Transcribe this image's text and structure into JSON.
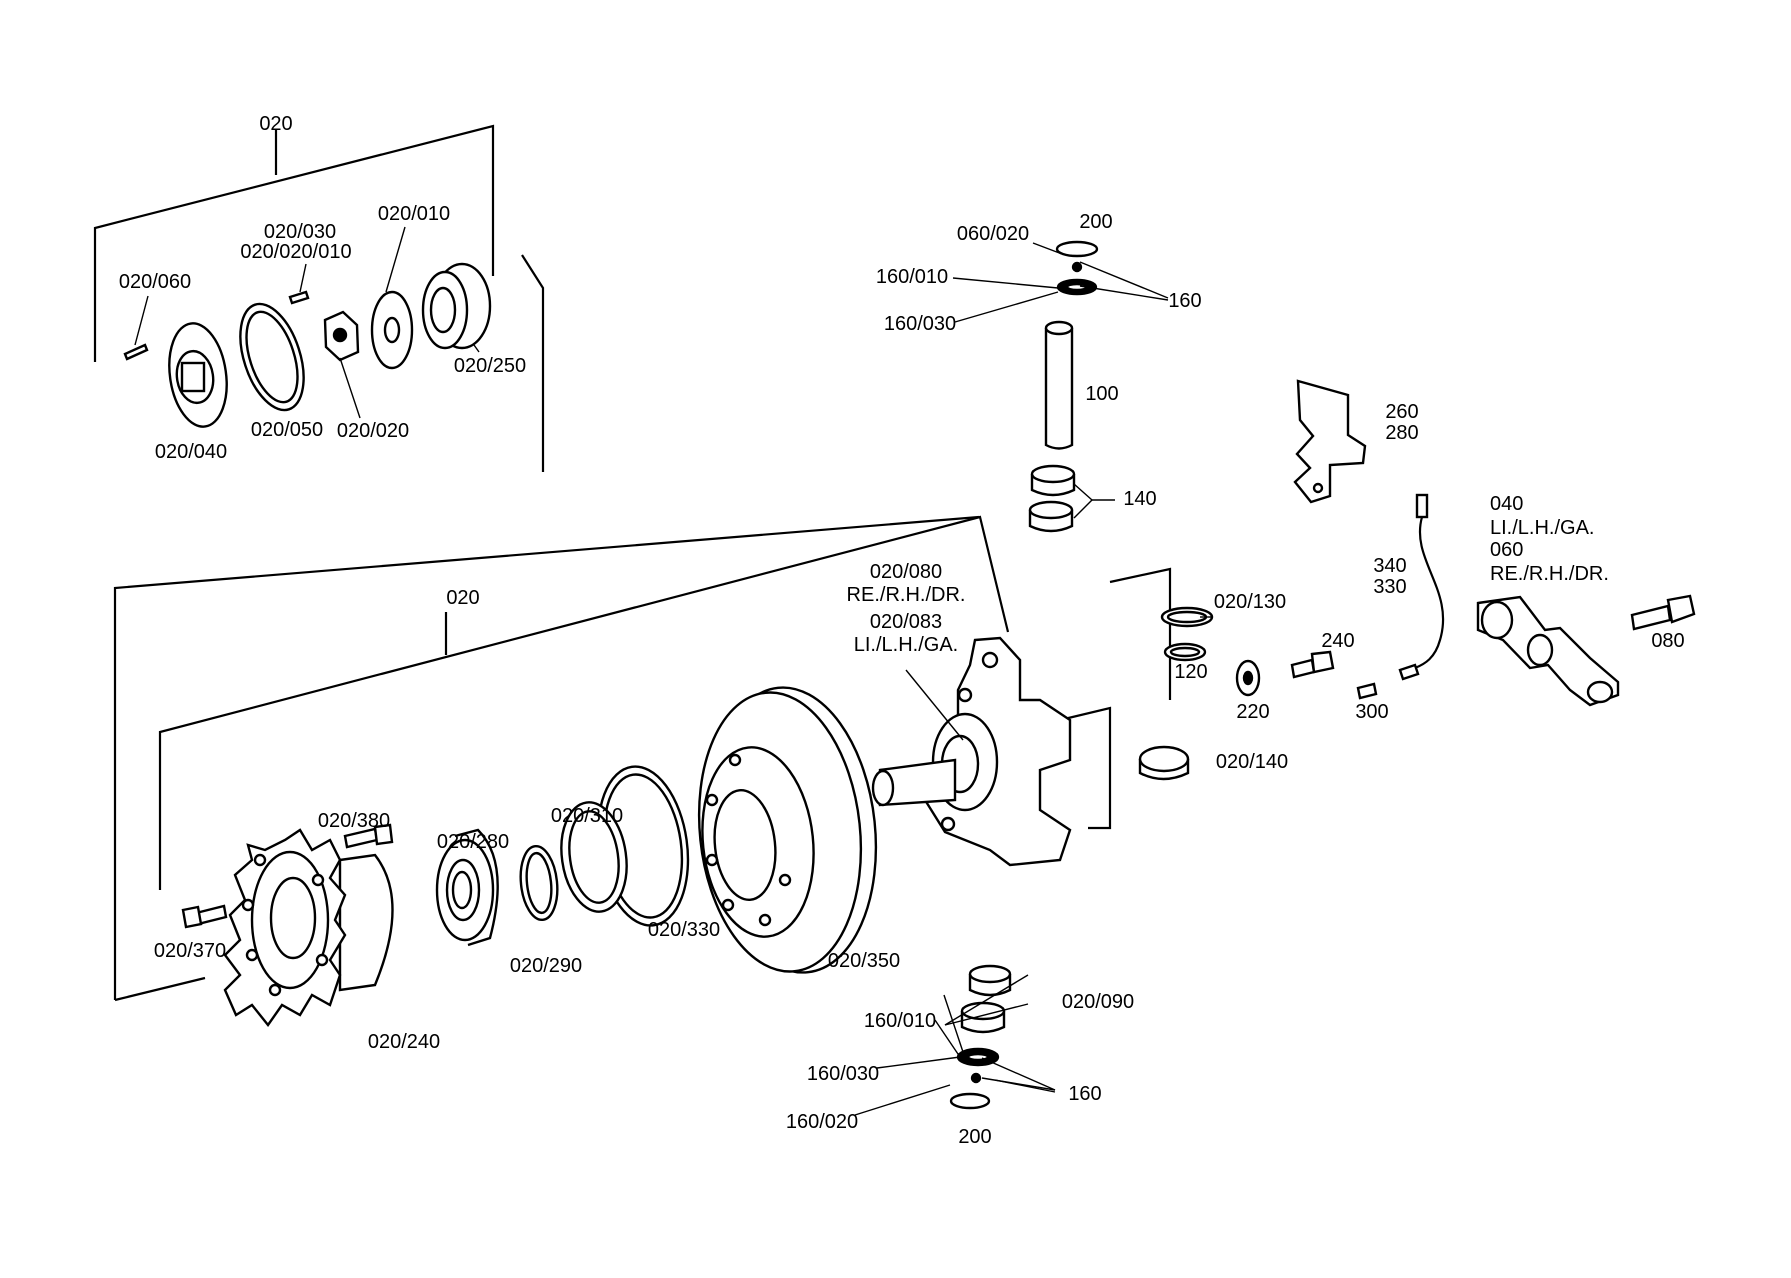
{
  "labels": {
    "l020_top": "020",
    "l020_030": "020/030",
    "l020_020_010": "020/020/010",
    "l020_010": "020/010",
    "l020_060": "020/060",
    "l020_250": "020/250",
    "l020_040": "020/040",
    "l020_050": "020/050",
    "l020_020": "020/020",
    "l200_top": "200",
    "l060_020": "060/020",
    "l160_010_top": "160/010",
    "l160_top": "160",
    "l160_030_top": "160/030",
    "l100": "100",
    "l140": "140",
    "l260": "260",
    "l280": "280",
    "l040": "040",
    "l040_side": "LI./L.H./GA.",
    "l060": "060",
    "l060_side": "RE./R.H./DR.",
    "l340": "340",
    "l330": "330",
    "l020_080": "020/080",
    "l020_080_side": "RE./R.H./DR.",
    "l020_083": "020/083",
    "l020_083_side": "LI./L.H./GA.",
    "l020_mid": "020",
    "l020_130": "020/130",
    "l240": "240",
    "l120": "120",
    "l080": "080",
    "l220": "220",
    "l300": "300",
    "l020_140": "020/140",
    "l020_380": "020/380",
    "l020_280": "020/280",
    "l020_310": "020/310",
    "l020_370": "020/370",
    "l020_330": "020/330",
    "l020_290": "020/290",
    "l020_350": "020/350",
    "l020_240": "020/240",
    "l020_090": "020/090",
    "l160_010_bot": "160/010",
    "l160_030_bot": "160/030",
    "l160_bot": "160",
    "l160_020": "160/020",
    "l200_bot": "200"
  }
}
